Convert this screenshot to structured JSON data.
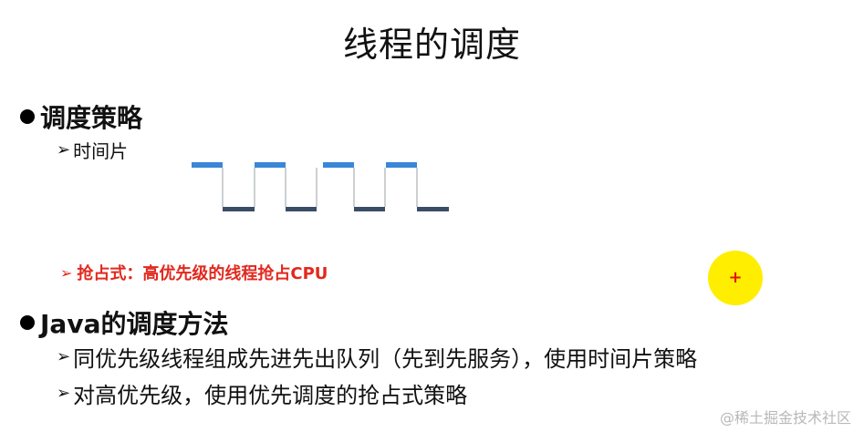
{
  "slide": {
    "title": "线程的调度",
    "section1": {
      "heading": "调度策略",
      "item1": "时间片",
      "item2_label": "抢占式：",
      "item2_text": "高优先级的线程抢占CPU"
    },
    "section2": {
      "heading": "Java的调度方法",
      "item1": "同优先级线程组成先进先出队列（先到先服务），使用时间片策略",
      "item2": "对高优先级，使用优先调度的抢占式策略"
    },
    "bullet_glyph": "●",
    "arrow_glyph": "➢",
    "watermark": "@稀土掘金技术社区",
    "cursor_glyph": "+"
  },
  "colors": {
    "high_segment": "#3a86d8",
    "low_segment": "#3a4d66",
    "connector": "#9aa0a6",
    "red_text": "#e2281e",
    "cursor": "#ffee00"
  }
}
